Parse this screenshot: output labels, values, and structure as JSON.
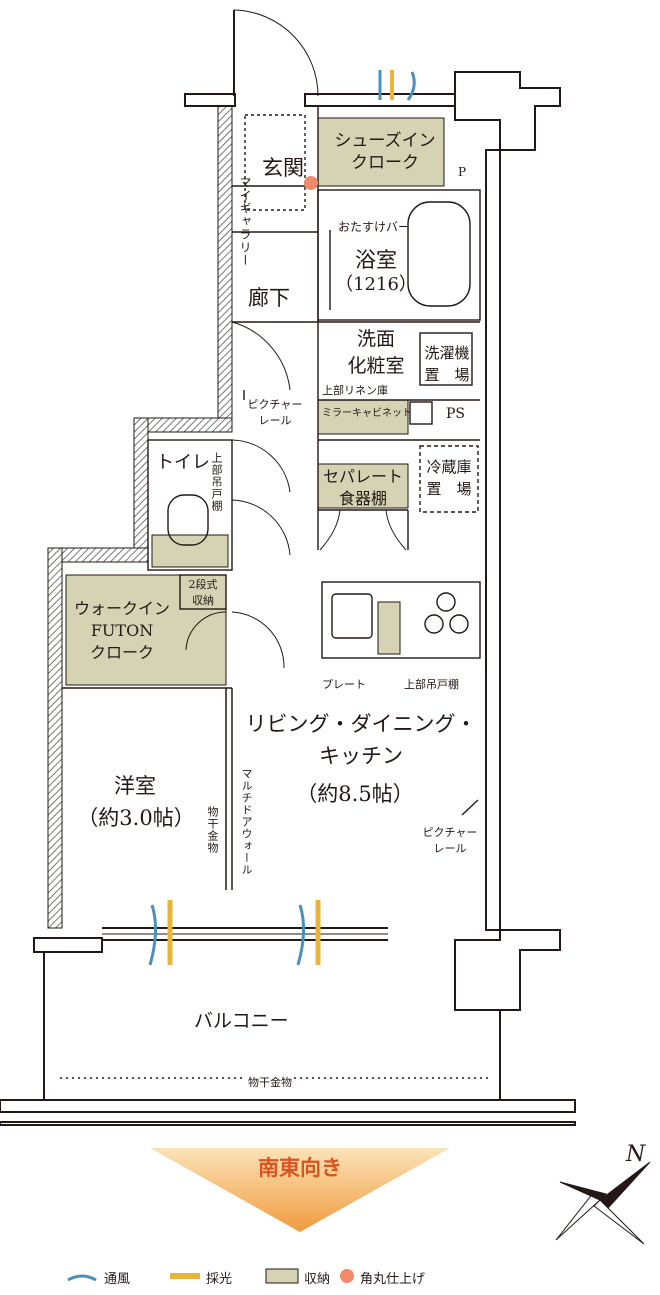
{
  "labels": {
    "entrance": "玄関",
    "shoe_closet": "シューズイン\nクローク",
    "p_mark": "P",
    "my_gallery": "マイギャラリー",
    "hallway": "廊下",
    "bath_bar": "おたすけバー",
    "bath_name": "浴室",
    "bath_size": "（1216）",
    "washroom": "洗面\n化粧室",
    "washer": "洗濯機\n置　場",
    "upper_linen": "上部リネン庫",
    "mirror_cabinet": "ミラーキャビネット",
    "ps": "PS",
    "picture_rail_1": "ピクチャー\nレール",
    "toilet": "トイレ",
    "toilet_upper_shelf": "上部吊戸棚",
    "separate_cupboard": "セパレート\n食器棚",
    "fridge": "冷蔵庫\n置　場",
    "two_tier": "2段式\n収納",
    "futon_closet": "ウォークイン\nFUTON\nクローク",
    "plate": "プレート",
    "kitchen_upper_shelf": "上部吊戸棚",
    "ldk_name": "リビング・ダイニング・\nキッチン",
    "ldk_size": "（約8.5帖）",
    "western_room": "洋室",
    "western_size": "（約3.0帖）",
    "multi_door": "マルチドアウォール",
    "drying_hardware_1": "物干金物",
    "picture_rail_2": "ピクチャー\nレール",
    "balcony": "バルコニー",
    "drying_hardware_2": "物干金物",
    "north": "N"
  },
  "orientation": "南東向き",
  "legend": {
    "ventilation": "通風",
    "daylight": "採光",
    "storage": "収納",
    "rounded_corner": "角丸仕上げ"
  },
  "colors": {
    "wall": "#3a3a3a",
    "storage_fill": "#d6d2b4",
    "wind_blue": "#4a8fc0",
    "light_yellow": "#e8b43a",
    "orientation_orange": "#e0782a",
    "rounded_dot": "#f08a6a",
    "hatch": "#555555"
  }
}
